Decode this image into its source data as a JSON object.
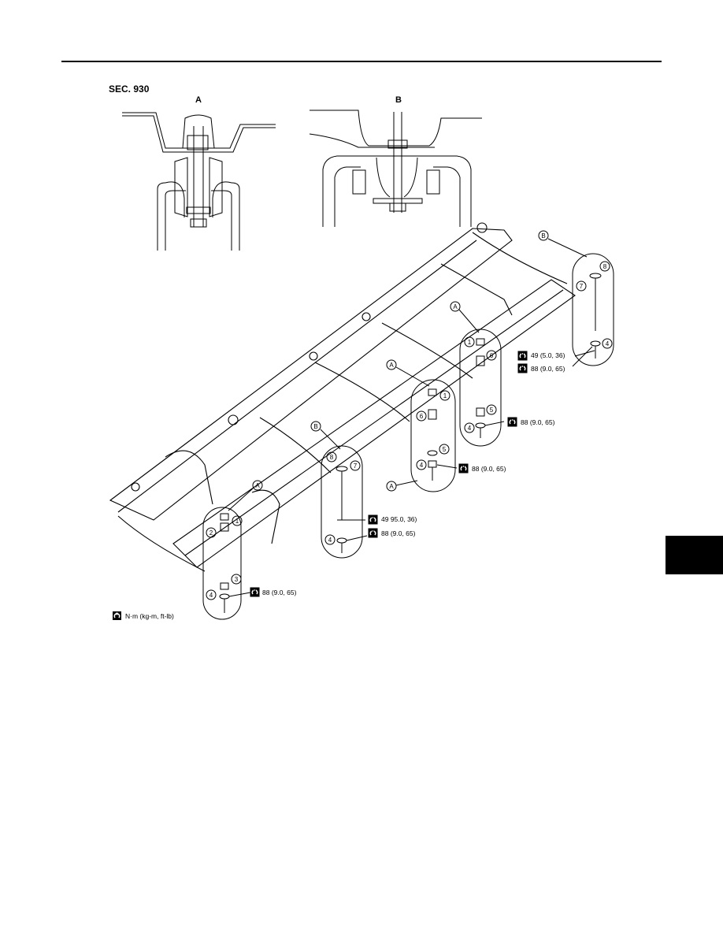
{
  "section": "SEC. 930",
  "detail_a_title": "A",
  "detail_b_title": "B",
  "mount_callouts": [
    {
      "group": "A",
      "parts": [
        "1",
        "2",
        "3",
        "4"
      ],
      "torque": "88 (9.0, 65)"
    },
    {
      "group": "B",
      "parts": [
        "8",
        "7",
        "4"
      ],
      "torque_upper": "49 95.0, 36)",
      "torque_lower": "88 (9.0, 65)"
    },
    {
      "group": "A",
      "parts": [
        "1",
        "6",
        "5",
        "4"
      ],
      "torque": "88 (9.0, 65)"
    },
    {
      "group": "A",
      "parts": [
        "1",
        "6",
        "5",
        "4"
      ],
      "torque": "88 (9.0, 65)"
    },
    {
      "group": "B",
      "parts": [
        "8",
        "7",
        "4"
      ],
      "torque_upper": "49 (5.0, 36)",
      "torque_lower": "88 (9.0, 65)"
    }
  ],
  "labels": {
    "A": "A",
    "B": "B",
    "p1": "1",
    "p2": "2",
    "p3": "3",
    "p4": "4",
    "p5": "5",
    "p6": "6",
    "p7": "7",
    "p8": "8",
    "t49_b1": "49 95.0, 36)",
    "t49_b2": "49 (5.0, 36)",
    "t88": "88 (9.0, 65)"
  },
  "legend": "N·m (kg-m, ft-lb)",
  "icons": [
    "torque-wrench-icon"
  ]
}
